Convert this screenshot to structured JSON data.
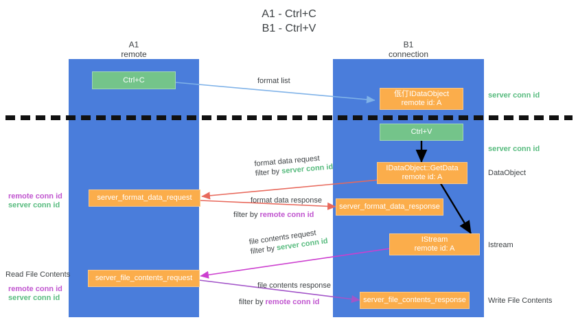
{
  "title": "A1 - Ctrl+C\nB1 - Ctrl+V",
  "columns": [
    {
      "name": "A1",
      "sub": "remote"
    },
    {
      "name": "B1",
      "sub": "connection"
    }
  ],
  "nodes": {
    "ctrl_c": "Ctrl+C",
    "ctrl_v": "Ctrl+V",
    "idataobject_line1": "佤仃IDataObject",
    "idataobject_line2": "remote id: A",
    "getdata_line1": "IDataObject::GetData",
    "getdata_line2": "remote id: A",
    "istream_line1": "IStream",
    "istream_line2": "remote id: A",
    "server_format_data_request": "server_format_data_request",
    "server_format_data_response": "server_format_data_response",
    "server_file_contents_request": "server_file_contents_request",
    "server_file_contents_response": "server_file_contents_response"
  },
  "edges": {
    "format_list": "format list",
    "format_data_request": "format data request",
    "format_data_response": "format data response",
    "file_contents_request": "file contents request",
    "file_contents_response": "file contents response",
    "filter_by": "filter by",
    "server_conn_id": "server conn id",
    "remote_conn_id": "remote conn id"
  },
  "annotations": {
    "right_server_conn_id_top": "server conn id",
    "right_server_conn_id_mid": "server conn id",
    "right_dataobject": "DataObject",
    "right_istream": "Istream",
    "right_write_file_contents": "Write File Contents",
    "left_remote_conn_id_1": "remote conn id",
    "left_server_conn_id_1": "server conn id",
    "left_read_file_contents": "Read File Contents",
    "left_remote_conn_id_2": "remote conn id",
    "left_server_conn_id_2": "server conn id"
  },
  "colors": {
    "lane": "#4a7ddb",
    "green_node": "#74c48a",
    "orange_node": "#fbad4b",
    "green_text": "#57bb7e",
    "purple_text": "#c055cf",
    "arrow_blue": "#7fb2e8",
    "arrow_red": "#e8695c",
    "arrow_magenta": "#cc3fcf",
    "arrow_purple": "#a355c9",
    "arrow_black": "#000000",
    "divider": "#111111",
    "background": "#ffffff"
  }
}
